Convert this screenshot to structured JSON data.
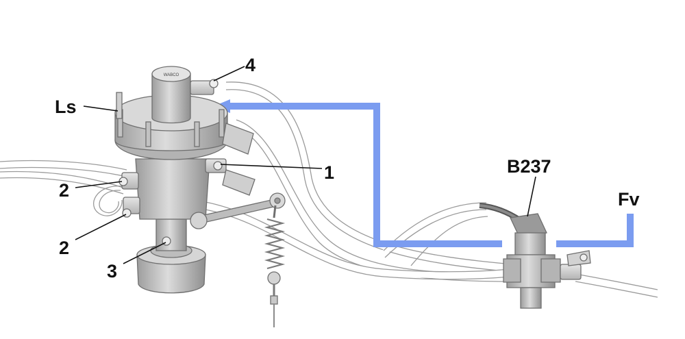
{
  "labels": {
    "ls": "Ls",
    "port_1": "1",
    "port_2_upper": "2",
    "port_2_lower": "2",
    "port_3": "3",
    "port_4": "4",
    "b237": "B237",
    "fv": "Fv"
  },
  "valve_cap_marking": "WABCO",
  "colors": {
    "flow_arrow": "#7b9cf0",
    "component_fill": "#c9c9c9",
    "component_shade": "#a8a8a8",
    "outline": "#6f6f6f",
    "label": "#111111"
  }
}
